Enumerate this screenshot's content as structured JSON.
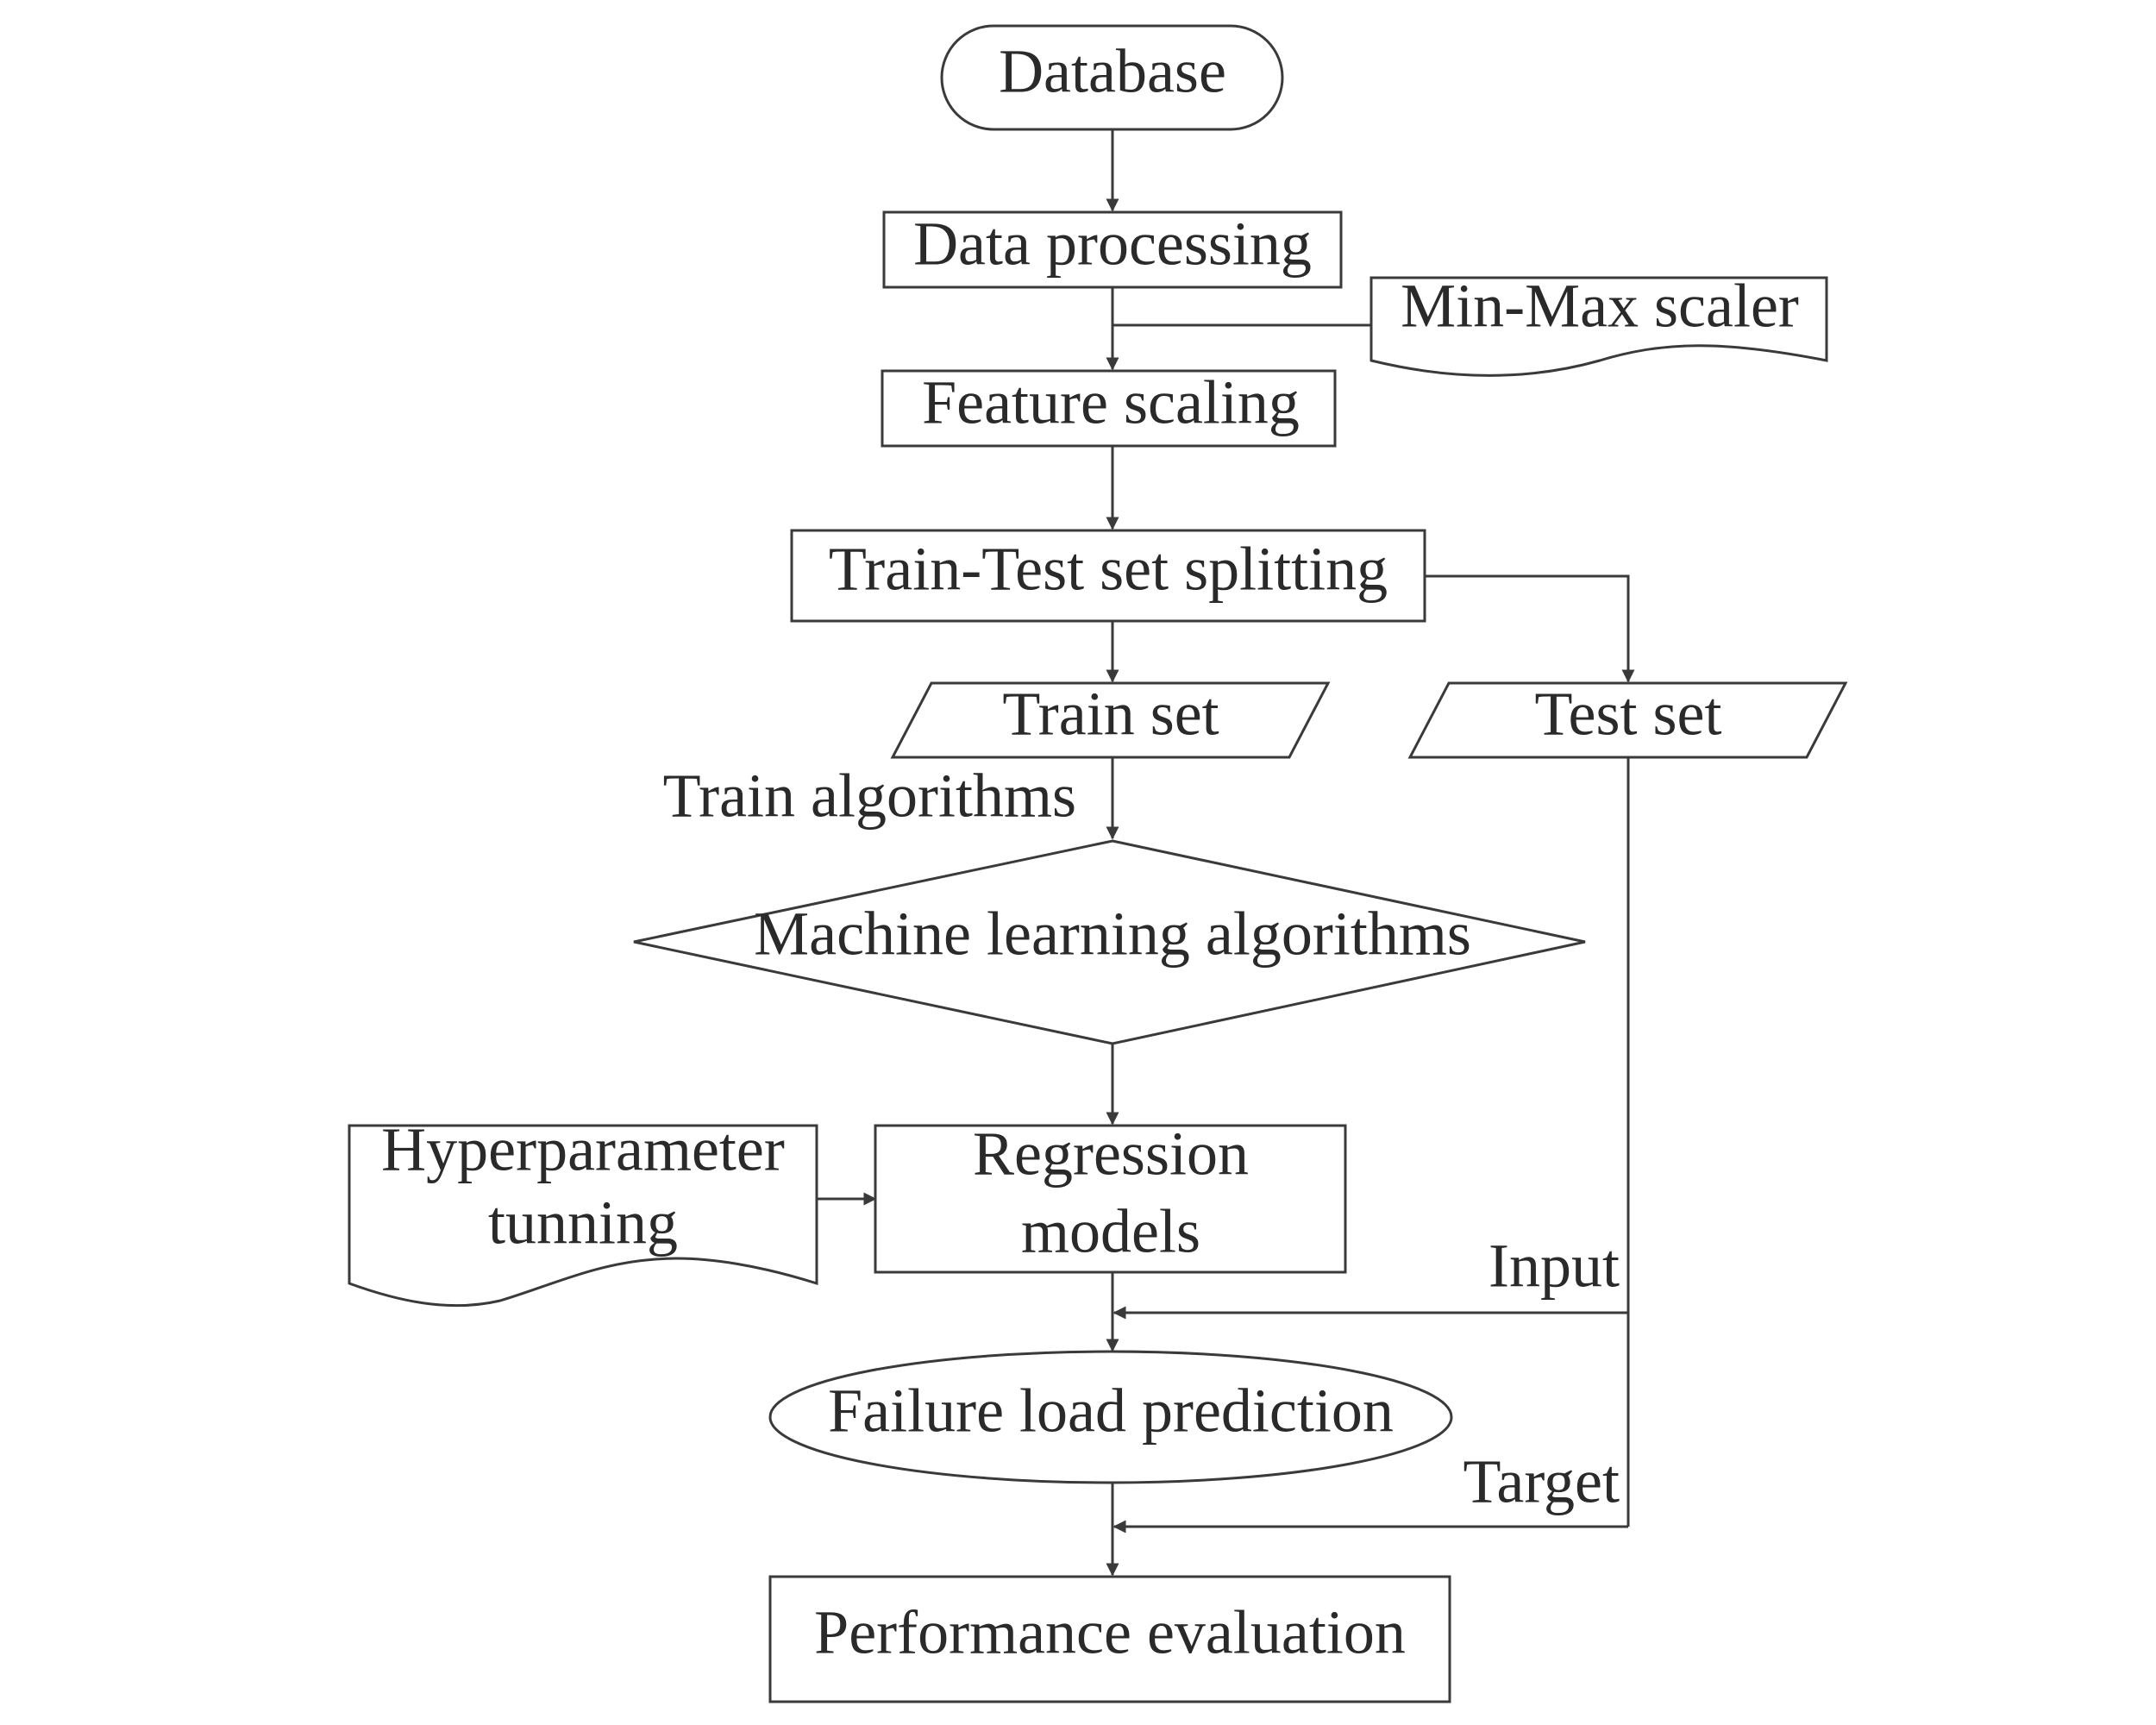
{
  "nodes": {
    "database": "Database",
    "data_processing": "Data processing",
    "min_max_scaler": "Min-Max scaler",
    "feature_scaling": "Feature scaling",
    "train_test_split": "Train-Test set splitting",
    "train_set": "Train set",
    "test_set": "Test set",
    "ml_algorithms": "Machine learning algorithms",
    "hyperparameter_line1": "Hyperparameter",
    "hyperparameter_line2": "tunning",
    "regression_line1": "Regression",
    "regression_line2": "models",
    "failure_load_prediction": "Failure load prediction",
    "performance_evaluation": "Performance evaluation"
  },
  "edge_labels": {
    "train_algorithms": "Train algorithms",
    "input": "Input",
    "target": "Target"
  }
}
